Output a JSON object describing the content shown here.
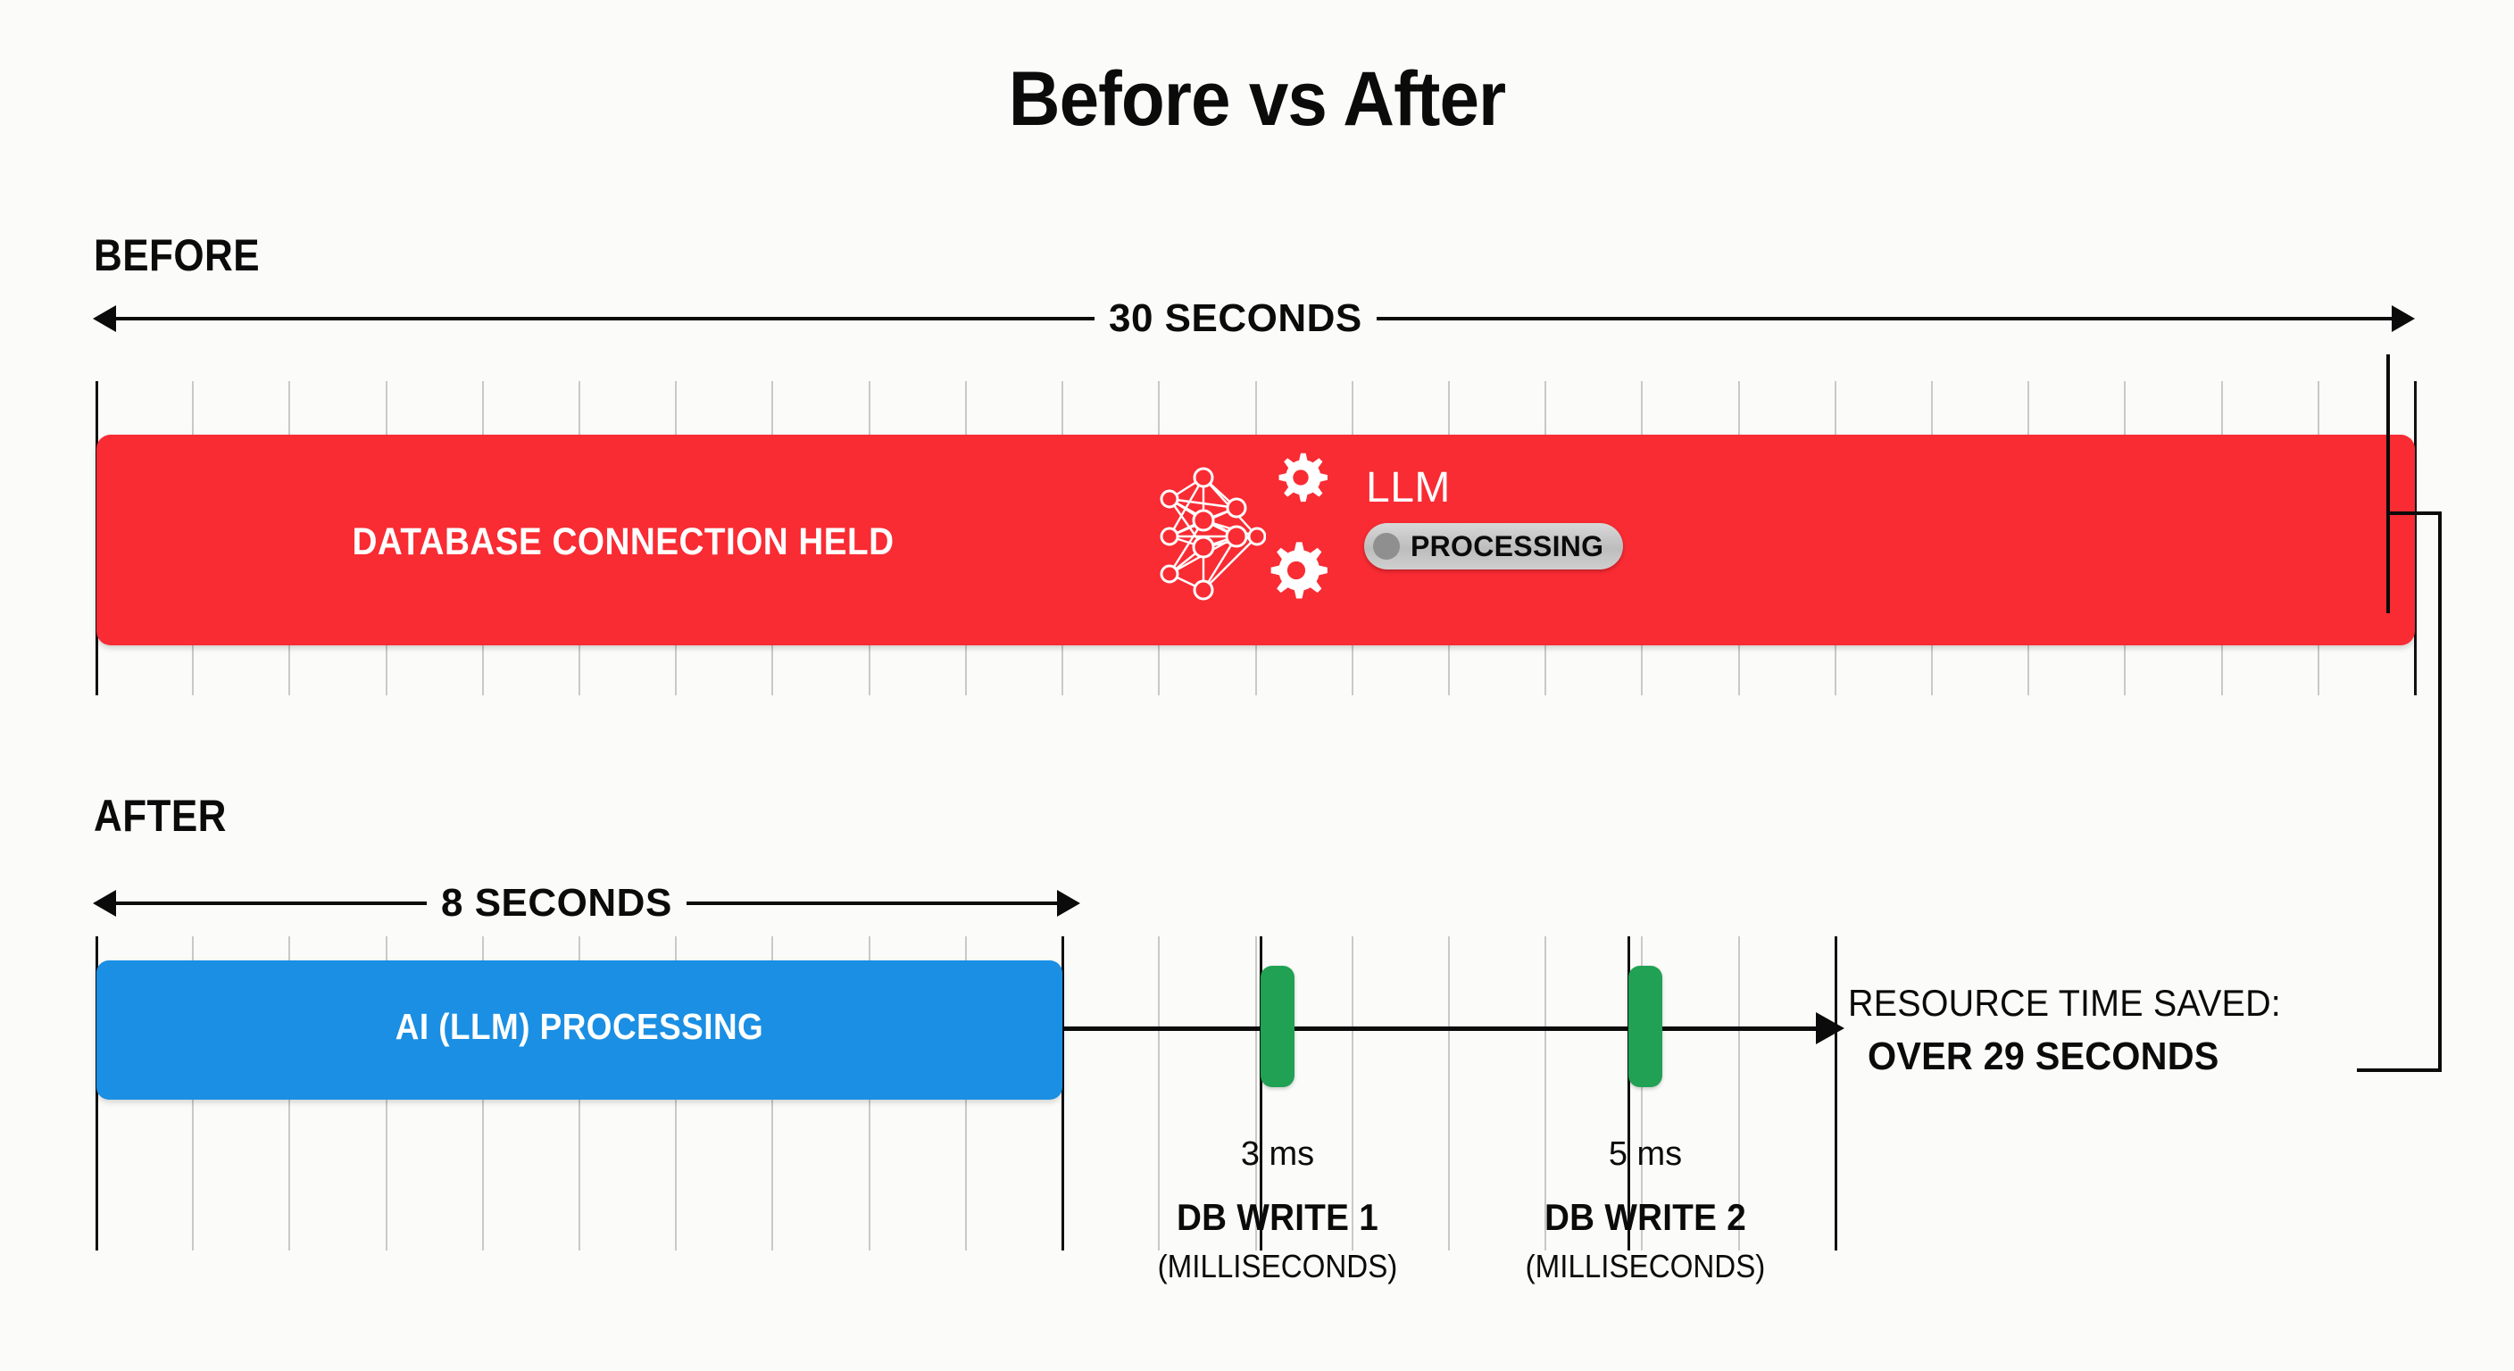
{
  "title": "Before vs After",
  "sections": {
    "before": {
      "label": "BEFORE",
      "duration_caption": "30 SECONDS",
      "bar_label": "DATABASE CONNECTION HELD",
      "bar_color": "#f92b33",
      "llm": {
        "title": "LLM",
        "badge_text": "PROCESSING",
        "nn_icon": "neural-network-icon",
        "gear_icon": "gear-icon",
        "badge_dot": "status-dot",
        "badge_color": "#c4c4c4"
      }
    },
    "after": {
      "label": "AFTER",
      "duration_caption": "8 SECONDS",
      "bar_label": "AI (LLM) PROCESSING",
      "bar_color": "#1a8fe3",
      "db_writes": [
        {
          "name": "DB WRITE 1",
          "value": "3 ms",
          "unit": "(MILLISECONDS)",
          "color": "#21a153"
        },
        {
          "name": "DB WRITE 2",
          "value": "5 ms",
          "unit": "(MILLISECONDS)",
          "color": "#21a153"
        }
      ],
      "saved": {
        "line1": "RESOURCE TIME SAVED:",
        "line2": "OVER 29 SECONDS"
      }
    }
  },
  "chart_data": {
    "type": "bar",
    "title": "Before vs After",
    "xlabel": "",
    "ylabel": "",
    "categories": [
      "BEFORE: DATABASE CONNECTION HELD",
      "AFTER: AI (LLM) PROCESSING",
      "AFTER: DB WRITE 1",
      "AFTER: DB WRITE 2"
    ],
    "values": [
      30,
      8,
      0.003,
      0.005
    ],
    "value_labels": [
      "30 SECONDS",
      "8 SECONDS",
      "3 ms",
      "5 ms"
    ],
    "colors": [
      "#f92b33",
      "#1a8fe3",
      "#21a153",
      "#21a153"
    ],
    "annotations": [
      "RESOURCE TIME SAVED: OVER 29 SECONDS"
    ],
    "xlim": [
      0,
      30
    ],
    "grid": true,
    "legend": "none",
    "unit": "seconds"
  }
}
